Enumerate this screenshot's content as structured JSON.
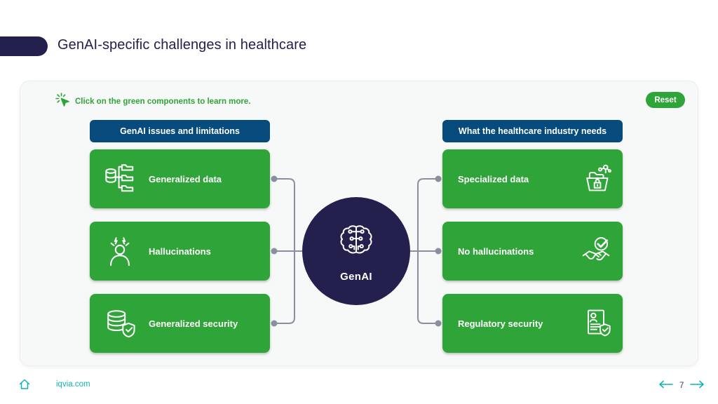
{
  "theme": {
    "colors": {
      "green": "#2FA438",
      "blue": "#074A7C",
      "navy": "#23204E",
      "teal": "#12B2B3",
      "connector": "#8A8FA0",
      "cardbg": "#F7F8F8",
      "pagenum": "#3C3A56"
    }
  },
  "header": {
    "title": "GenAI-specific challenges in healthcare"
  },
  "board": {
    "instruction": "Click on the green components to learn more.",
    "instruction_icon": "cursor-click-icon",
    "reset_label": "Reset",
    "left_column": {
      "header": "GenAI issues and limitations",
      "items": [
        {
          "label": "Generalized data",
          "icon": "database-folders-icon"
        },
        {
          "label": "Hallucinations",
          "icon": "person-stress-icon"
        },
        {
          "label": "Generalized security",
          "icon": "database-shield-icon"
        }
      ]
    },
    "right_column": {
      "header": "What the healthcare industry needs",
      "items": [
        {
          "label": "Specialized data",
          "icon": "secure-data-box-icon"
        },
        {
          "label": "No hallucinations",
          "icon": "handshake-check-icon"
        },
        {
          "label": "Regulatory security",
          "icon": "document-shield-icon"
        }
      ]
    },
    "center": {
      "label": "GenAI",
      "icon": "brain-circuit-icon"
    }
  },
  "footer": {
    "site": "iqvia.com",
    "page_number": "7"
  }
}
